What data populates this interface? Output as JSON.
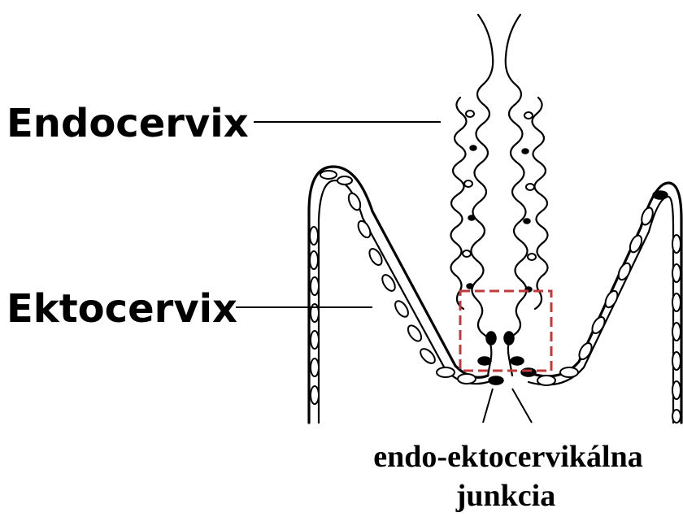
{
  "labels": {
    "endocervix": "Endocervix",
    "ektocervix": "Ektocervix",
    "junction_line1": "endo-ektocervikálna",
    "junction_line2": "junkcia"
  },
  "colors": {
    "highlight_box": "#c0393b",
    "ink": "#000000",
    "background": "#ffffff"
  }
}
